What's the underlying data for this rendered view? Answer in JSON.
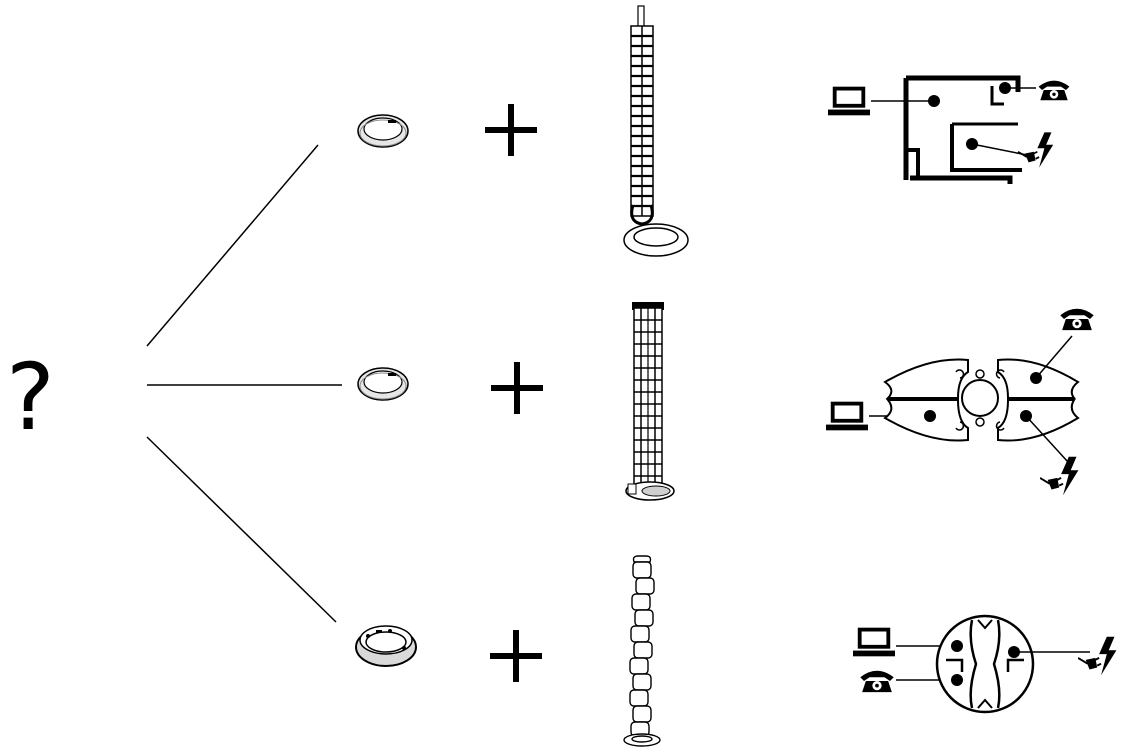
{
  "question_mark": "?",
  "colors": {
    "ink": "#000000",
    "paper": "#ffffff",
    "grey": "#d9d9d9"
  },
  "options": [
    {
      "grommet": "open-ring-grommet-icon",
      "operator": "plus",
      "spine": "flat-vertebrae-cable-spine-icon",
      "channel_layout": "two-channel-profile-icon",
      "devices": [
        "computer-icon",
        "telephone-icon",
        "power-plug-icon"
      ]
    },
    {
      "grommet": "open-ring-grommet-icon",
      "operator": "plus",
      "spine": "segmented-column-cable-spine-icon",
      "channel_layout": "four-channel-oval-profile-icon",
      "devices": [
        "computer-icon",
        "telephone-icon",
        "power-plug-icon"
      ]
    },
    {
      "grommet": "flanged-round-grommet-icon",
      "operator": "plus",
      "spine": "spiral-cable-spine-icon",
      "channel_layout": "round-four-channel-profile-icon",
      "devices": [
        "computer-icon",
        "telephone-icon",
        "power-plug-icon"
      ]
    }
  ]
}
